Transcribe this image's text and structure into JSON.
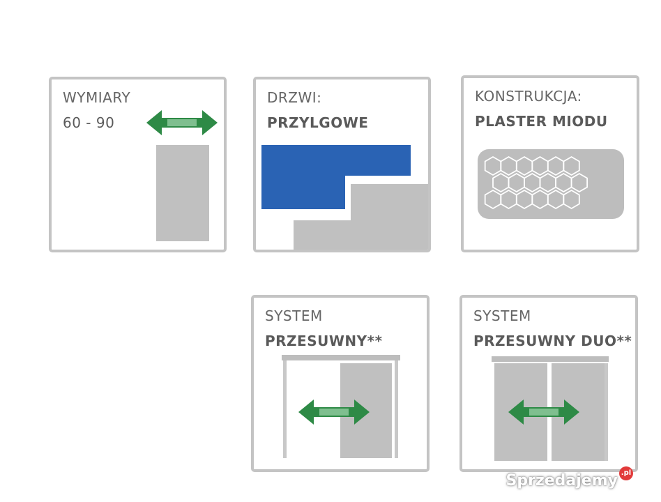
{
  "cards": [
    {
      "line1": "WYMIARY",
      "line2": "60 - 90",
      "icon": "width-arrow-icon"
    },
    {
      "line1": "DRZWI:",
      "line2": "PRZYLGOWE",
      "icon": "rebated-door-icon"
    },
    {
      "line1": "KONSTRUKCJA:",
      "line2": "PLASTER MIODU",
      "icon": "honeycomb-icon"
    },
    {
      "line1": "SYSTEM",
      "line2": "PRZESUWNY**",
      "icon": "sliding-door-icon"
    },
    {
      "line1": "SYSTEM",
      "line2": "PRZESUWNY DUO**",
      "icon": "sliding-duo-door-icon"
    }
  ],
  "colors": {
    "arrow": "#2e8a46",
    "door_blue": "#2a63b4",
    "panel_gray": "#c0c0c0",
    "border": "#c4c4c4"
  },
  "watermark": {
    "text": "Sprzedajemy",
    "badge": ".pl"
  }
}
